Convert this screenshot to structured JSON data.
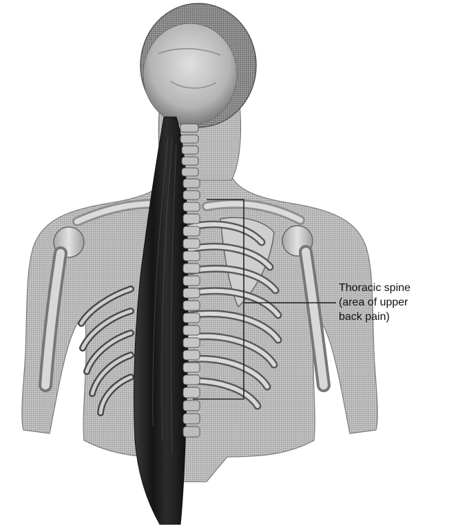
{
  "callout": {
    "line1": "Thoracic spine",
    "line2": "(area of upper",
    "line3": "back pain)"
  },
  "colors": {
    "background": "#ffffff",
    "body_tone": "#bdbdbd",
    "muscle_dark": "#1e1e1e",
    "bone": "#d4d4d4",
    "callout_line": "#222222"
  }
}
